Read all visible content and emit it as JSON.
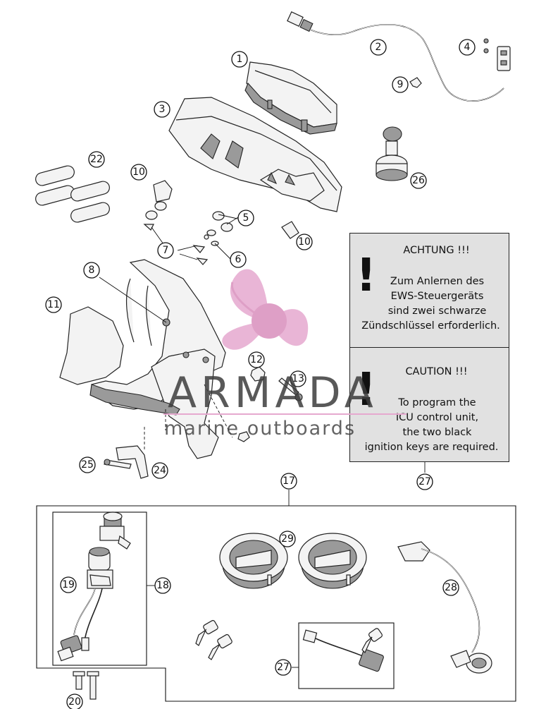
{
  "callouts": {
    "c1": "1",
    "c2": "2",
    "c3": "3",
    "c4": "4",
    "c5": "5",
    "c6": "6",
    "c7": "7",
    "c8": "8",
    "c9": "9",
    "c10a": "10",
    "c10b": "10",
    "c11": "11",
    "c12": "12",
    "c13": "13",
    "c17": "17",
    "c18": "18",
    "c19": "19",
    "c20": "20",
    "c22": "22",
    "c24": "24",
    "c25": "25",
    "c26": "26",
    "c27a": "27",
    "c27b": "27",
    "c28": "28",
    "c29": "29"
  },
  "warning_de": {
    "title": "ACHTUNG !!!",
    "lines": [
      "Zum Anlernen des",
      "EWS-Steuergeräts",
      "sind zwei schwarze",
      "Zündschlüssel erforderlich."
    ]
  },
  "warning_en": {
    "title": "CAUTION !!!",
    "lines": [
      "To program the",
      "ICU control unit,",
      "the two black",
      "ignition keys are required."
    ]
  },
  "watermark": {
    "title": "ARMADA",
    "subtitle": "marine outboards",
    "accent_color": "#e6a9cf"
  }
}
